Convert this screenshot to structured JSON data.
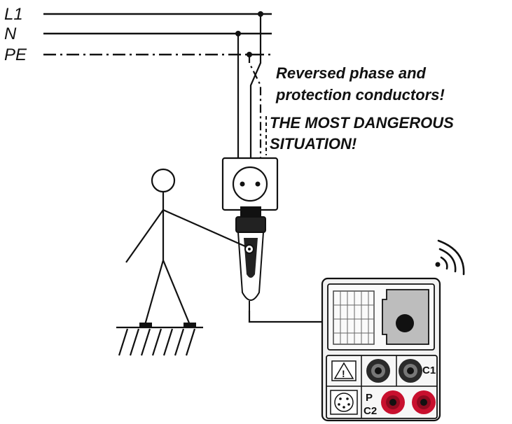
{
  "supply": {
    "conductors": [
      {
        "id": "l1",
        "label": "L1"
      },
      {
        "id": "n",
        "label": "N"
      },
      {
        "id": "pe",
        "label": "PE"
      }
    ]
  },
  "warning": {
    "line1": "Reversed phase and",
    "line2": "protection conductors!",
    "line3": "THE MOST DANGEROUS",
    "line4": "SITUATION!"
  },
  "instrument": {
    "terminals": {
      "c1": "C1",
      "p": "P",
      "c2": "C2"
    },
    "colors": {
      "black_terminal": "#2a2a2a",
      "red_terminal": "#c8102e",
      "housing": "#f2f2f2",
      "display": "#bdbdbd"
    }
  }
}
